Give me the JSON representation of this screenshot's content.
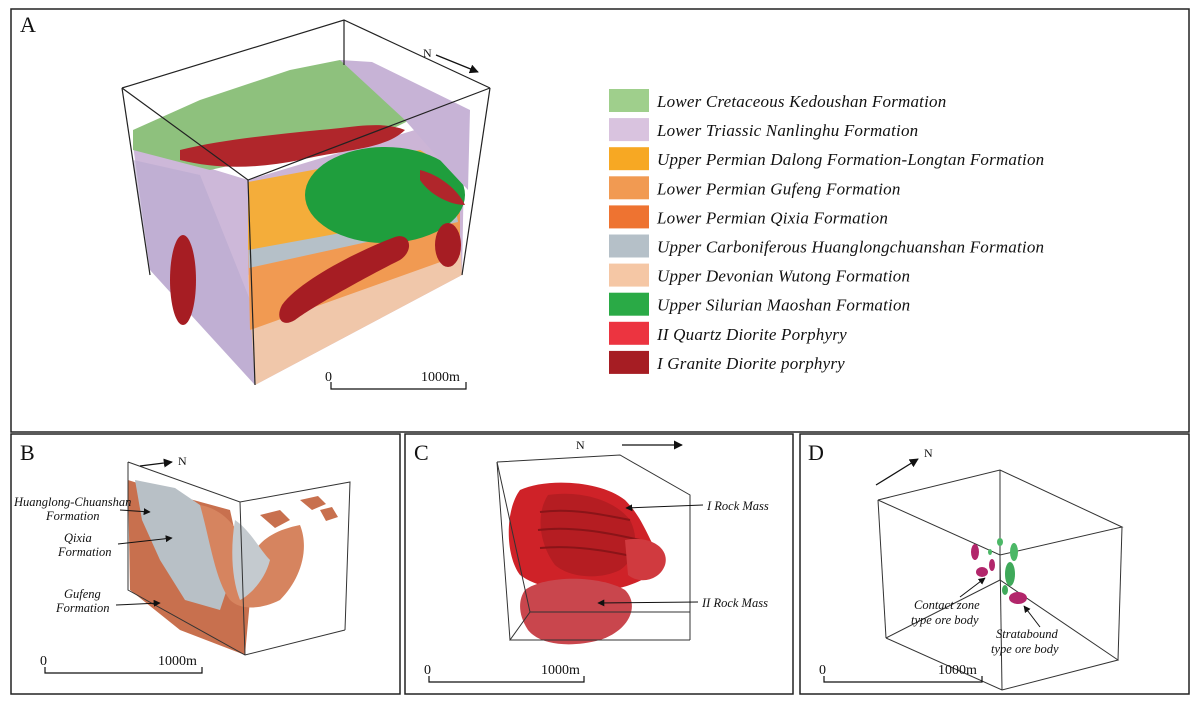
{
  "panels": {
    "A": {
      "letter": "A",
      "north": "N",
      "scale": {
        "start": "0",
        "end": "1000m"
      },
      "legend": [
        {
          "label": "Lower Cretaceous Kedoushan Formation",
          "color": "#9fcf8c"
        },
        {
          "label": "Lower Triassic Nanlinghu Formation",
          "color": "#d9c3df"
        },
        {
          "label": "Upper Permian Dalong Formation-Longtan Formation",
          "color": "#f7a823"
        },
        {
          "label": "Lower Permian Gufeng Formation",
          "color": "#f19a52"
        },
        {
          "label": "Lower Permian Qixia Formation",
          "color": "#ee7331"
        },
        {
          "label": "Upper Carboniferous Huanglongchuanshan Formation",
          "color": "#b5c0c8"
        },
        {
          "label": "Upper Devonian Wutong Formation",
          "color": "#f5c7a5"
        },
        {
          "label": "Upper Silurian Maoshan Formation",
          "color": "#2aaa46"
        },
        {
          "label": "II Quartz Diorite Porphyry",
          "color": "#ec3440"
        },
        {
          "label": "I Granite Diorite porphyry",
          "color": "#a61d23"
        }
      ]
    },
    "B": {
      "letter": "B",
      "north": "N",
      "scale": {
        "start": "0",
        "end": "1000m"
      },
      "annotations": [
        {
          "line1": "Huanglong-Chuanshan",
          "line2": "Formation"
        },
        {
          "line1": "Qixia",
          "line2": "Formation"
        },
        {
          "line1": "Gufeng",
          "line2": "Formation"
        }
      ]
    },
    "C": {
      "letter": "C",
      "north": "N",
      "scale": {
        "start": "0",
        "end": "1000m"
      },
      "annotations": [
        {
          "line1": "I Rock Mass"
        },
        {
          "line1": "II Rock Mass"
        }
      ]
    },
    "D": {
      "letter": "D",
      "north": "N",
      "scale": {
        "start": "0",
        "end": "1000m"
      },
      "annotations": [
        {
          "line1": "Contact zone",
          "line2": "type ore body"
        },
        {
          "line1": "Stratabound",
          "line2": "type ore body"
        }
      ]
    }
  }
}
